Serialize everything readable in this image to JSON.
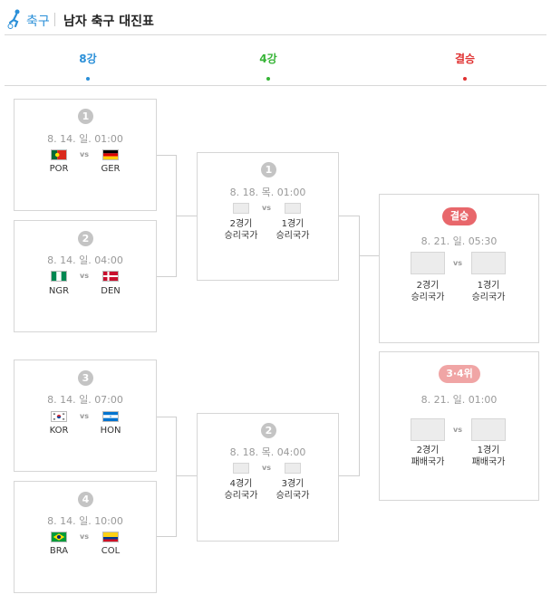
{
  "header": {
    "sport": "축구",
    "title": "남자 축구 대진표"
  },
  "stages": [
    {
      "label": "8강",
      "color": "#2a8fd8"
    },
    {
      "label": "4강",
      "color": "#36b436"
    },
    {
      "label": "결승",
      "color": "#e03030"
    }
  ],
  "quarterfinals": [
    {
      "num": "1",
      "date": "8. 14. 일. 01:00",
      "home": "POR",
      "away": "GER"
    },
    {
      "num": "2",
      "date": "8. 14. 일. 04:00",
      "home": "NGR",
      "away": "DEN"
    },
    {
      "num": "3",
      "date": "8. 14. 일. 07:00",
      "home": "KOR",
      "away": "HON"
    },
    {
      "num": "4",
      "date": "8. 14. 일. 10:00",
      "home": "BRA",
      "away": "COL"
    }
  ],
  "semifinals": [
    {
      "num": "1",
      "date": "8. 18. 목. 01:00",
      "home_a": "2경기",
      "home_b": "승리국가",
      "away_a": "1경기",
      "away_b": "승리국가"
    },
    {
      "num": "2",
      "date": "8. 18. 목. 04:00",
      "home_a": "4경기",
      "home_b": "승리국가",
      "away_a": "3경기",
      "away_b": "승리국가"
    }
  ],
  "final": {
    "badge": "결승",
    "badge_color": "#e8676b",
    "date": "8. 21. 일. 05:30",
    "home_a": "2경기",
    "home_b": "승리국가",
    "away_a": "1경기",
    "away_b": "승리국가"
  },
  "third_place": {
    "badge": "3·4위",
    "badge_color": "#f0a5a5",
    "date": "8. 21. 일. 01:00",
    "home_a": "2경기",
    "home_b": "패배국가",
    "away_a": "1경기",
    "away_b": "패배국가"
  },
  "vs_label": "vs"
}
